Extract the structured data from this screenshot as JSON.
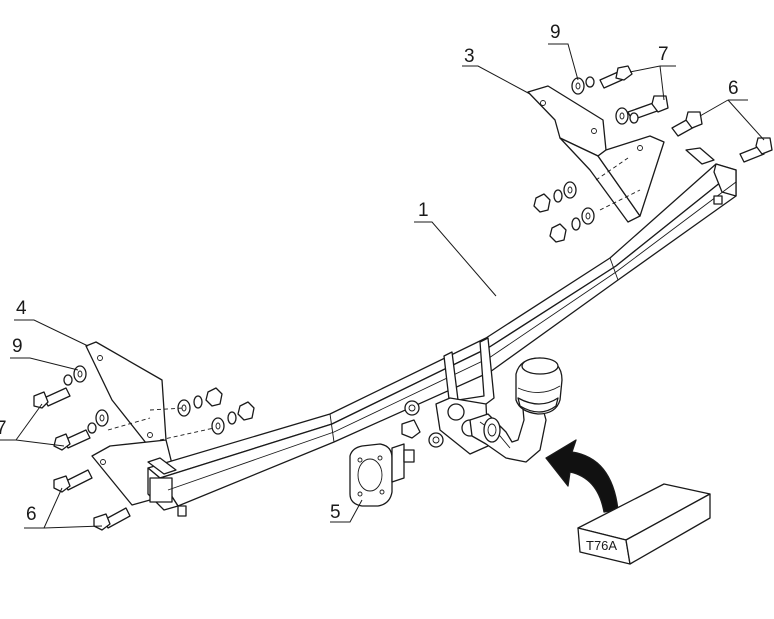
{
  "callouts": {
    "c1": "1",
    "c3": "3",
    "c4": "4",
    "c5": "5",
    "c6_top": "6",
    "c6_bottom": "6",
    "c7_top": "7",
    "c7_bottom": "7",
    "c9_top": "9",
    "c9_bottom": "9"
  },
  "tool_box_label": "T76A",
  "icons": {
    "arrow": "curved-arrow-icon",
    "tow_ball": "tow-ball-icon",
    "bolt": "bolt-icon",
    "washer": "washer-icon",
    "nut": "nut-icon"
  }
}
